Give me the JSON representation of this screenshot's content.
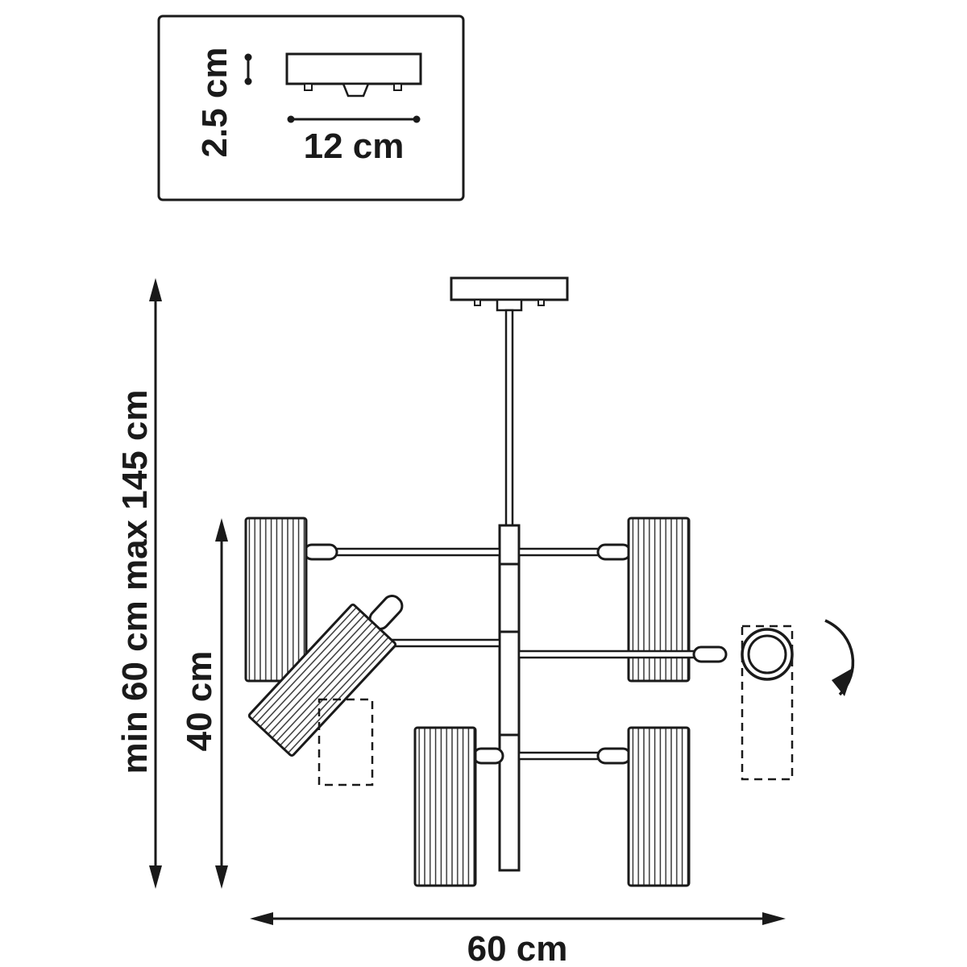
{
  "colors": {
    "line": "#1a1a1a",
    "background": "#ffffff"
  },
  "inset_canopy": {
    "height_label": "2.5 cm",
    "width_label": "12 cm"
  },
  "main_dimensions": {
    "overall_height_label": "min 60 cm max 145 cm",
    "body_height_label": "40 cm",
    "width_label": "60 cm"
  }
}
